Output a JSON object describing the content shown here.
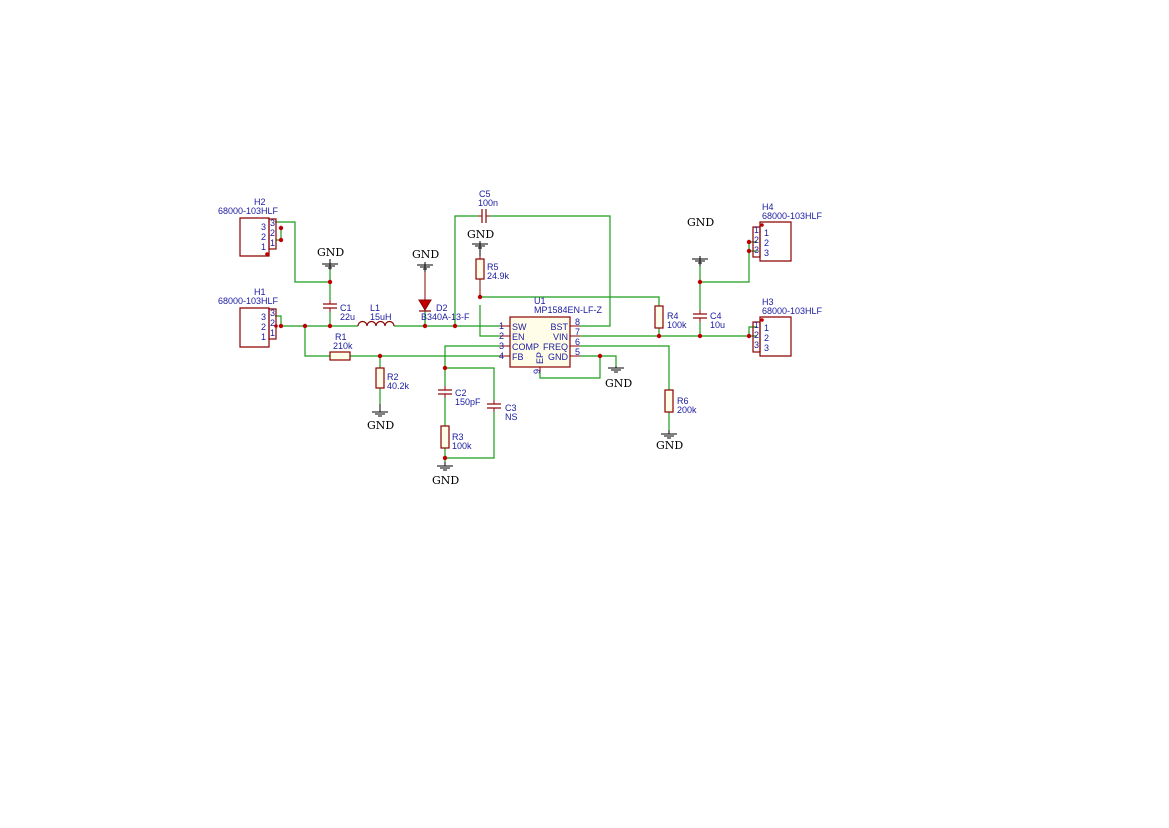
{
  "parts": {
    "h2": {
      "ref": "H2",
      "value": "68000-103HLF",
      "pins": [
        "3",
        "2",
        "1"
      ],
      "outer": [
        "3",
        "2",
        "1"
      ]
    },
    "h1": {
      "ref": "H1",
      "value": "68000-103HLF",
      "pins": [
        "3",
        "2",
        "1"
      ],
      "outer": [
        "3",
        "2",
        "1"
      ]
    },
    "h4": {
      "ref": "H4",
      "value": "68000-103HLF",
      "pins": [
        "1",
        "2",
        "3"
      ],
      "outer": [
        "1",
        "2",
        "3"
      ]
    },
    "h3": {
      "ref": "H3",
      "value": "68000-103HLF",
      "pins": [
        "1",
        "2",
        "3"
      ],
      "outer": [
        "1",
        "2",
        "3"
      ]
    },
    "c1": {
      "ref": "C1",
      "value": "22u"
    },
    "l1": {
      "ref": "L1",
      "value": "15uH"
    },
    "d2": {
      "ref": "D2",
      "value": "B340A-13-F"
    },
    "c5": {
      "ref": "C5",
      "value": "100n"
    },
    "r5": {
      "ref": "R5",
      "value": "24.9k"
    },
    "r1": {
      "ref": "R1",
      "value": "210k"
    },
    "r2": {
      "ref": "R2",
      "value": "40.2k"
    },
    "c2": {
      "ref": "C2",
      "value": "150pF"
    },
    "c3": {
      "ref": "C3",
      "value": "NS"
    },
    "r3": {
      "ref": "R3",
      "value": "100k"
    },
    "r4": {
      "ref": "R4",
      "value": "100k"
    },
    "c4": {
      "ref": "C4",
      "value": "10u"
    },
    "r6": {
      "ref": "R6",
      "value": "200k"
    },
    "u1": {
      "ref": "U1",
      "value": "MP1584EN-LF-Z",
      "left_pins": [
        {
          "num": "1",
          "name": "SW"
        },
        {
          "num": "2",
          "name": "EN"
        },
        {
          "num": "3",
          "name": "COMP"
        },
        {
          "num": "4",
          "name": "FB"
        }
      ],
      "right_pins": [
        {
          "num": "8",
          "name": "BST"
        },
        {
          "num": "7",
          "name": "VIN"
        },
        {
          "num": "6",
          "name": "FREQ"
        },
        {
          "num": "5",
          "name": "GND"
        }
      ],
      "bottom_pin": {
        "num": "9",
        "name": "EP"
      }
    }
  },
  "nets": {
    "gnd_label": "GND"
  },
  "colors": {
    "wire": "#1a9e1a",
    "component": "#8b0000",
    "reference_text": "#1a1aa0",
    "junction": "#c00000",
    "net_label": "#000000"
  }
}
